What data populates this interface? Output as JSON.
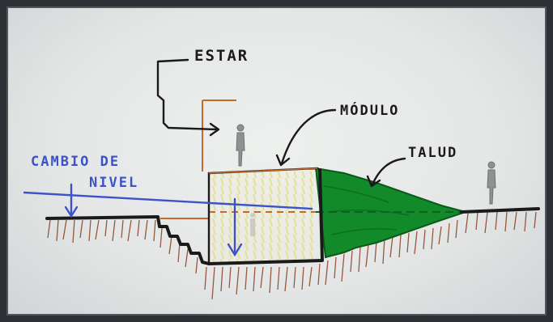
{
  "labels": {
    "estar": "ESTAR",
    "modulo": "MÓDULO",
    "talud": "TALUD",
    "cambio_line1": "CAMBIO DE",
    "cambio_line2": "NIVEL"
  },
  "colors": {
    "paper": "#e6e9e8",
    "ink": "#1a1a1a",
    "marker_blue": "#3d52c9",
    "slope_green": "#128a2a",
    "earth_brown": "#8a3d22",
    "orange_line": "#c8682b",
    "yellow_hatch": "#d9d24a",
    "person_gray": "#8f9294"
  },
  "icons": [
    "person-figure-icon",
    "person-figure-icon",
    "arrow-icon"
  ]
}
